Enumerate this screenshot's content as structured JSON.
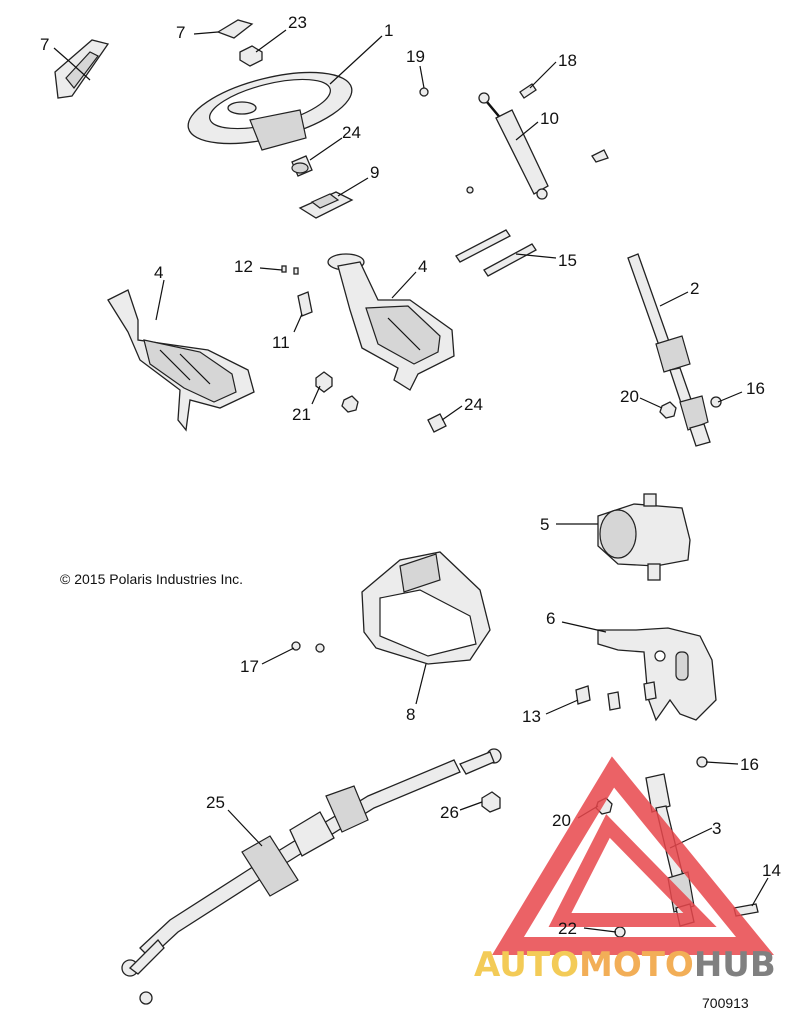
{
  "copyright": "© 2015 Polaris Industries Inc.",
  "document_id": "700913",
  "watermark": {
    "part1": "AUTO",
    "part2": "MOTO",
    "part3": "HUB",
    "colors": {
      "auto": "#f2c23a",
      "moto": "#f0a13a",
      "hub": "#6b6b6b",
      "triangle": "#e8474c"
    }
  },
  "callouts": {
    "c1": "1",
    "c2": "2",
    "c3": "3",
    "c4a": "4",
    "c4b": "4",
    "c5": "5",
    "c6": "6",
    "c7a": "7",
    "c7b": "7",
    "c8": "8",
    "c9": "9",
    "c10": "10",
    "c11": "11",
    "c12": "12",
    "c13": "13",
    "c14": "14",
    "c15": "15",
    "c16a": "16",
    "c16b": "16",
    "c17": "17",
    "c18": "18",
    "c19": "19",
    "c20a": "20",
    "c20b": "20",
    "c21": "21",
    "c22": "22",
    "c23": "23",
    "c24a": "24",
    "c24b": "24",
    "c25": "25",
    "c26": "26"
  }
}
